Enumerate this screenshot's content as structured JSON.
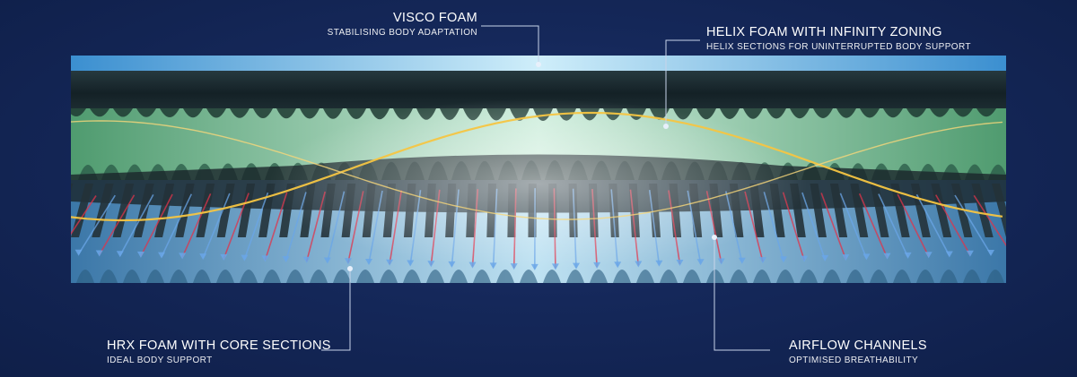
{
  "colors": {
    "background": "#15285a",
    "top_layer": "#7fc3e8",
    "dark_layer": "#1a2a2e",
    "helix_green": "#6fb88e",
    "hrx_blue": "#4c8bbd",
    "airflow_red": "#e0344b",
    "airflow_blue": "#6aa6e8",
    "zoning_wave": "#f2c14e",
    "callout_line": "#c8d4ea"
  },
  "icons": [
    "callout-dot"
  ],
  "callouts": {
    "visco": {
      "title": "VISCO FOAM",
      "subtitle": "STABILISING BODY ADAPTATION"
    },
    "helix": {
      "title": "HELIX FOAM WITH INFINITY ZONING",
      "subtitle": "HELIX SECTIONS FOR UNINTERRUPTED BODY SUPPORT"
    },
    "hrx": {
      "title": "HRX FOAM WITH CORE SECTIONS",
      "subtitle": "IDEAL BODY SUPPORT"
    },
    "airflow": {
      "title": "AIRFLOW CHANNELS",
      "subtitle": "OPTIMISED BREATHABILITY"
    }
  }
}
